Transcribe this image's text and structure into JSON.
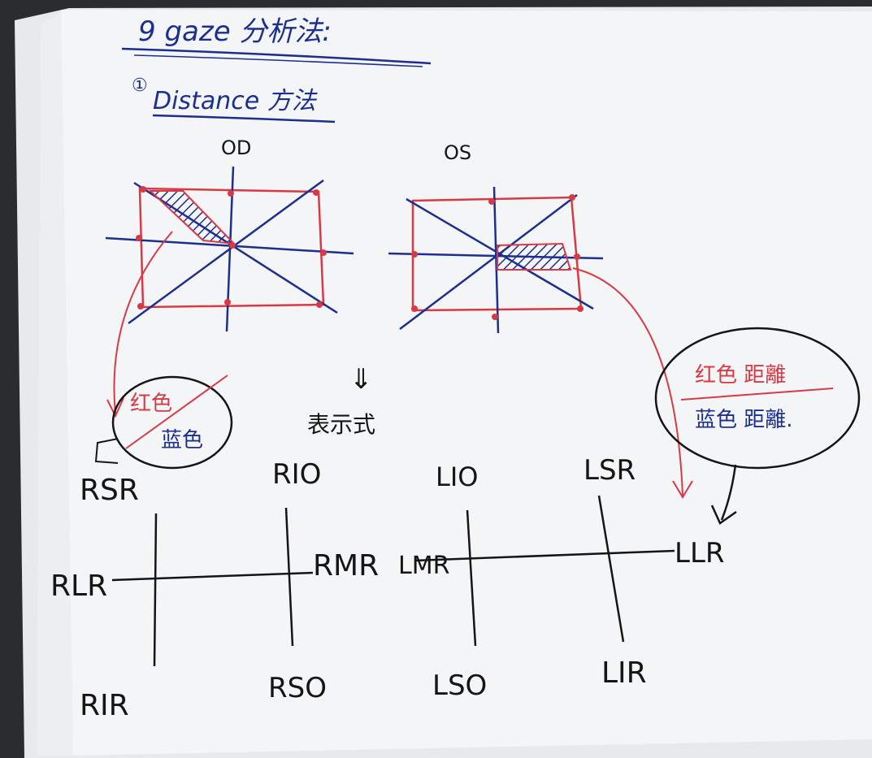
{
  "title": {
    "text": "9 gaze 分析法:"
  },
  "subtitle": {
    "bullet": "①",
    "text": "Distance 方法"
  },
  "eyes": {
    "od": {
      "label": "OD"
    },
    "os": {
      "label": "OS"
    }
  },
  "notes": {
    "left_red": "红色",
    "left_blue": "蓝色",
    "right_red": "红色 距離",
    "right_blue": "蓝色 距離.",
    "arrow_down": "⇓",
    "representation": "表示式"
  },
  "muscles": {
    "rsr": "RSR",
    "rio": "RIO",
    "lio": "LIO",
    "lsr": "LSR",
    "rlr": "RLR",
    "rmr": "RMR",
    "lmr": "LMR",
    "llr": "LLR",
    "rir": "RIR",
    "rso": "RSO",
    "lso": "LSO",
    "lir": "LIR"
  },
  "colors": {
    "paper": "#f4f5f7",
    "blue_ink": "#1d2f8c",
    "red_ink": "#d83a45",
    "black_ink": "#151515",
    "background": "#2b2c30"
  }
}
